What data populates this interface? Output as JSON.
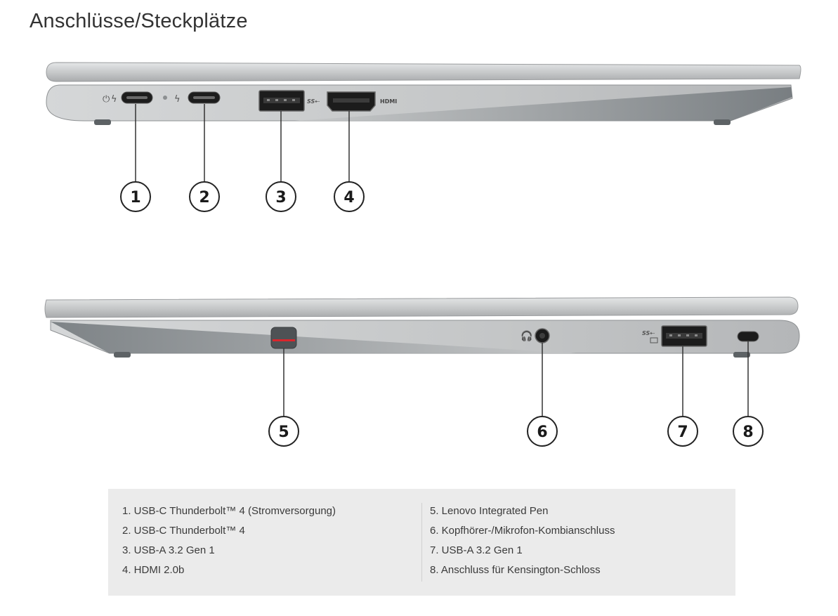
{
  "page": {
    "title": "Anschlüsse/Steckplätze"
  },
  "top_view": {
    "hdmi_text": "HDMI",
    "callouts": [
      "1",
      "2",
      "3",
      "4"
    ]
  },
  "bottom_view": {
    "callouts": [
      "5",
      "6",
      "7",
      "8"
    ]
  },
  "legend": {
    "left": [
      "1. USB-C Thunderbolt™ 4 (Stromversorgung)",
      "2. USB-C Thunderbolt™ 4",
      "3. USB-A 3.2 Gen 1",
      "4. HDMI 2.0b"
    ],
    "right": [
      "5. Lenovo Integrated Pen",
      "6. Kopfhörer-/Mikrofon-Kombianschluss",
      "7. USB-A 3.2 Gen 1",
      "8. Anschluss für Kensington-Schloss"
    ]
  },
  "colors": {
    "accent_pen": "#d9262c",
    "chassis": "#c9cbcc",
    "background": "#ffffff",
    "legend_bg": "#ebebeb"
  }
}
